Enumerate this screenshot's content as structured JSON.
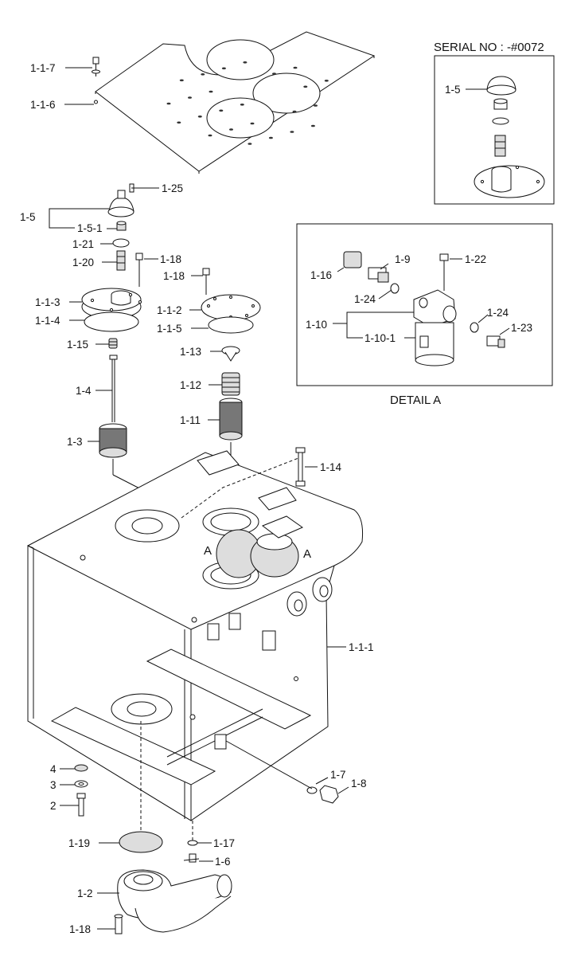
{
  "serial_caption": "SERIAL NO : -#0072",
  "detail_caption": "DETAIL A",
  "view_markers": [
    "A",
    "A"
  ],
  "labels": {
    "p1_1_7_top": "1-1-7",
    "p1_1_6": "1-1-6",
    "p1_25": "1-25",
    "p1_5": "1-5",
    "p1_5_1": "1-5-1",
    "p1_21": "1-21",
    "p1_20": "1-20",
    "p1_18_a": "1-18",
    "p1_18_b": "1-18",
    "p1_1_3": "1-1-3",
    "p1_1_4": "1-1-4",
    "p1_1_2": "1-1-2",
    "p1_1_5": "1-1-5",
    "p1_15": "1-15",
    "p1_13": "1-13",
    "p1_4": "1-4",
    "p1_12": "1-12",
    "p1_11": "1-11",
    "p1_3": "1-3",
    "p1_14": "1-14",
    "p1_1_1": "1-1-1",
    "p4": "4",
    "p3": "3",
    "p2": "2",
    "p1_7_bottom": "1-7",
    "p1_8": "1-8",
    "p1_19": "1-19",
    "p1_17": "1-17",
    "p1_6": "1-6",
    "p1_2": "1-2",
    "p1_18_c": "1-18",
    "serial_1_5": "1-5",
    "d1_16": "1-16",
    "d1_9": "1-9",
    "d1_22": "1-22",
    "d1_24_a": "1-24",
    "d1_24_b": "1-24",
    "d1_10": "1-10",
    "d1_10_1": "1-10-1",
    "d1_23": "1-23"
  }
}
